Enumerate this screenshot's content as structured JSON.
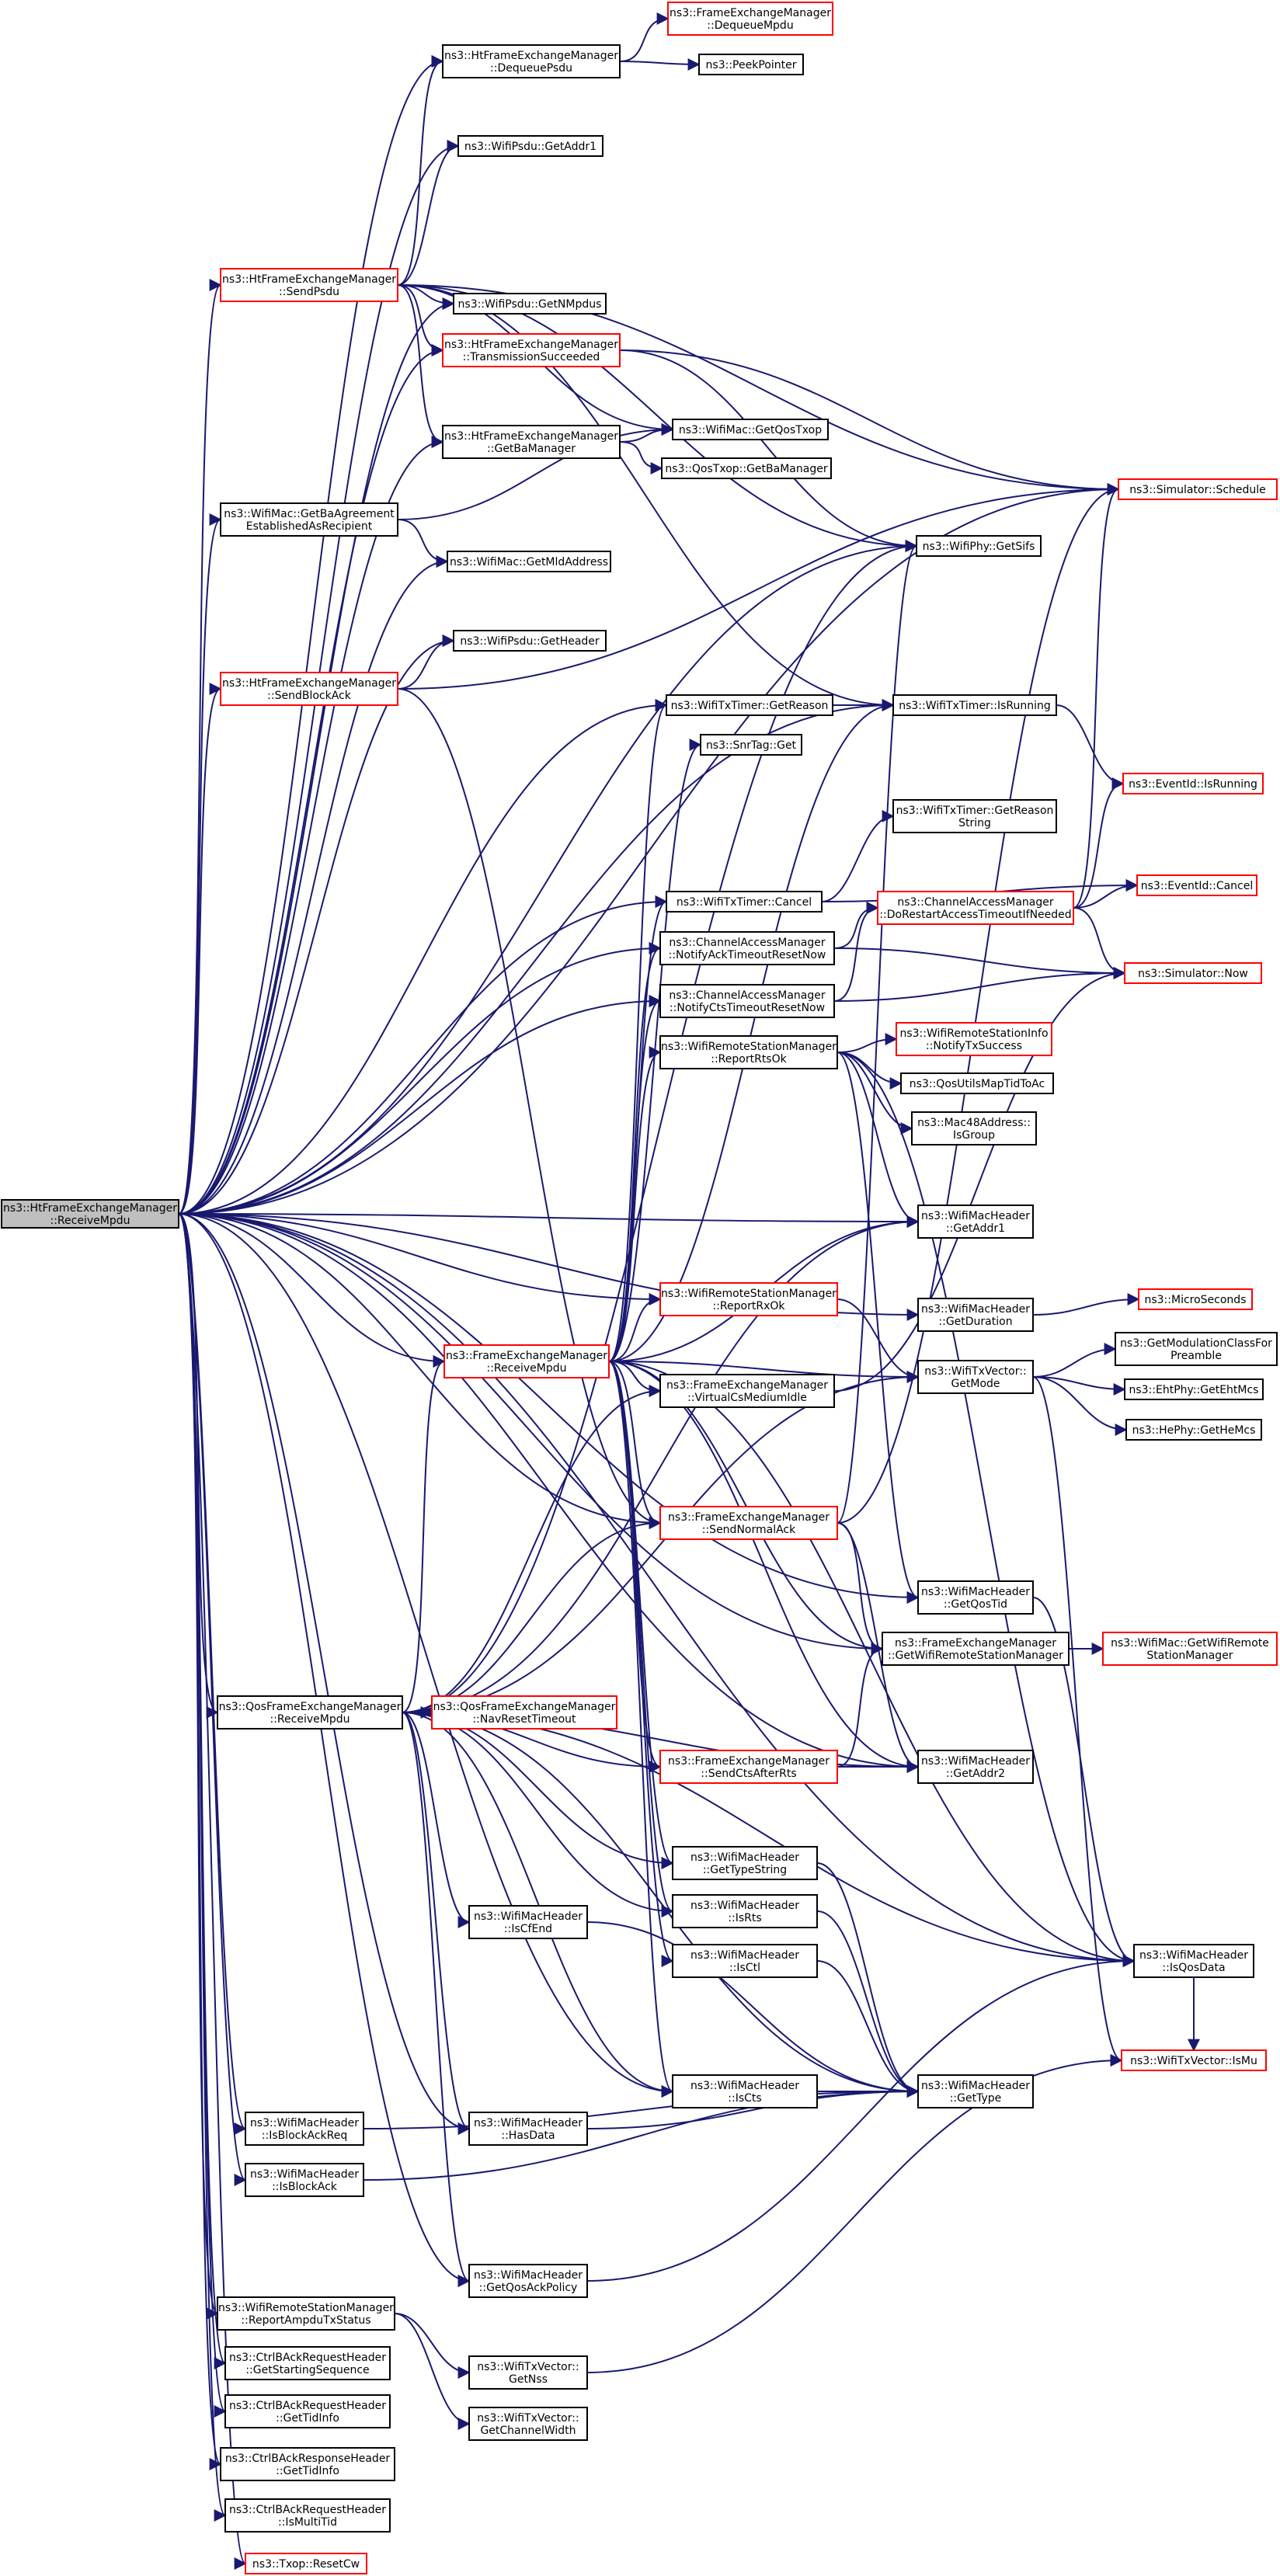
{
  "colors": {
    "edge": "#191970",
    "red_border": "#ff0000",
    "black_border": "#000000",
    "root_fill": "#bfbfbf",
    "background": "#ffffff"
  },
  "nodes": [
    {
      "id": "root",
      "lines": [
        "ns3::HtFrameExchangeManager",
        "::ReceiveMpdu"
      ],
      "style": "root"
    },
    {
      "id": "dequeue_psdu",
      "lines": [
        "ns3::HtFrameExchangeManager",
        "::DequeuePsdu"
      ],
      "style": "black"
    },
    {
      "id": "fem_dequeue_mpdu",
      "lines": [
        "ns3::FrameExchangeManager",
        "::DequeueMpdu"
      ],
      "style": "red"
    },
    {
      "id": "peek_pointer",
      "lines": [
        "ns3::PeekPointer"
      ],
      "style": "black"
    },
    {
      "id": "psdu_getaddr1",
      "lines": [
        "ns3::WifiPsdu::GetAddr1"
      ],
      "style": "black"
    },
    {
      "id": "send_psdu",
      "lines": [
        "ns3::HtFrameExchangeManager",
        "::SendPsdu"
      ],
      "style": "red"
    },
    {
      "id": "psdu_getnmpdus",
      "lines": [
        "ns3::WifiPsdu::GetNMpdus"
      ],
      "style": "black"
    },
    {
      "id": "transmission_succeeded",
      "lines": [
        "ns3::HtFrameExchangeManager",
        "::TransmissionSucceeded"
      ],
      "style": "red"
    },
    {
      "id": "get_ba_manager",
      "lines": [
        "ns3::HtFrameExchangeManager",
        "::GetBaManager"
      ],
      "style": "black"
    },
    {
      "id": "mac_get_qos_txop",
      "lines": [
        "ns3::WifiMac::GetQosTxop"
      ],
      "style": "black"
    },
    {
      "id": "qos_txop_get_ba_manager",
      "lines": [
        "ns3::QosTxop::GetBaManager"
      ],
      "style": "black"
    },
    {
      "id": "simulator_schedule",
      "lines": [
        "ns3::Simulator::Schedule"
      ],
      "style": "red"
    },
    {
      "id": "get_ba_agreement",
      "lines": [
        "ns3::WifiMac::GetBaAgreement",
        "EstablishedAsRecipient"
      ],
      "style": "black"
    },
    {
      "id": "get_mld_address",
      "lines": [
        "ns3::WifiMac::GetMldAddress"
      ],
      "style": "black"
    },
    {
      "id": "phy_get_sifs",
      "lines": [
        "ns3::WifiPhy::GetSifs"
      ],
      "style": "black"
    },
    {
      "id": "psdu_get_header",
      "lines": [
        "ns3::WifiPsdu::GetHeader"
      ],
      "style": "black"
    },
    {
      "id": "send_block_ack",
      "lines": [
        "ns3::HtFrameExchangeManager",
        "::SendBlockAck"
      ],
      "style": "red"
    },
    {
      "id": "txtimer_get_reason",
      "lines": [
        "ns3::WifiTxTimer::GetReason"
      ],
      "style": "black"
    },
    {
      "id": "txtimer_is_running",
      "lines": [
        "ns3::WifiTxTimer::IsRunning"
      ],
      "style": "black"
    },
    {
      "id": "snrtag_get",
      "lines": [
        "ns3::SnrTag::Get"
      ],
      "style": "black"
    },
    {
      "id": "eventid_is_running",
      "lines": [
        "ns3::EventId::IsRunning"
      ],
      "style": "red"
    },
    {
      "id": "txtimer_get_reason_string",
      "lines": [
        "ns3::WifiTxTimer::GetReason",
        "String"
      ],
      "style": "black"
    },
    {
      "id": "txtimer_cancel",
      "lines": [
        "ns3::WifiTxTimer::Cancel"
      ],
      "style": "black"
    },
    {
      "id": "cam_do_restart",
      "lines": [
        "ns3::ChannelAccessManager",
        "::DoRestartAccessTimeoutIfNeeded"
      ],
      "style": "red"
    },
    {
      "id": "eventid_cancel",
      "lines": [
        "ns3::EventId::Cancel"
      ],
      "style": "red"
    },
    {
      "id": "cam_notify_ack",
      "lines": [
        "ns3::ChannelAccessManager",
        "::NotifyAckTimeoutResetNow"
      ],
      "style": "black"
    },
    {
      "id": "simulator_now",
      "lines": [
        "ns3::Simulator::Now"
      ],
      "style": "red"
    },
    {
      "id": "cam_notify_cts",
      "lines": [
        "ns3::ChannelAccessManager",
        "::NotifyCtsTimeoutResetNow"
      ],
      "style": "black"
    },
    {
      "id": "rsm_report_rts_ok",
      "lines": [
        "ns3::WifiRemoteStationManager",
        "::ReportRtsOk"
      ],
      "style": "black"
    },
    {
      "id": "rsi_notify_tx_success",
      "lines": [
        "ns3::WifiRemoteStationInfo",
        "::NotifyTxSuccess"
      ],
      "style": "red"
    },
    {
      "id": "qos_utils_map_tid",
      "lines": [
        "ns3::QosUtilsMapTidToAc"
      ],
      "style": "black"
    },
    {
      "id": "mac48_is_group",
      "lines": [
        "ns3::Mac48Address::",
        "IsGroup"
      ],
      "style": "black"
    },
    {
      "id": "hdr_get_addr1",
      "lines": [
        "ns3::WifiMacHeader",
        "::GetAddr1"
      ],
      "style": "black"
    },
    {
      "id": "rsm_report_rx_ok",
      "lines": [
        "ns3::WifiRemoteStationManager",
        "::ReportRxOk"
      ],
      "style": "red"
    },
    {
      "id": "hdr_get_duration",
      "lines": [
        "ns3::WifiMacHeader",
        "::GetDuration"
      ],
      "style": "black"
    },
    {
      "id": "micro_seconds",
      "lines": [
        "ns3::MicroSeconds"
      ],
      "style": "red"
    },
    {
      "id": "fem_receive_mpdu",
      "lines": [
        "ns3::FrameExchangeManager",
        "::ReceiveMpdu"
      ],
      "style": "red"
    },
    {
      "id": "txvector_get_mode",
      "lines": [
        "ns3::WifiTxVector::",
        "GetMode"
      ],
      "style": "black"
    },
    {
      "id": "get_modulation_class",
      "lines": [
        "ns3::GetModulationClassFor",
        "Preamble"
      ],
      "style": "black"
    },
    {
      "id": "fem_virtual_cs",
      "lines": [
        "ns3::FrameExchangeManager",
        "::VirtualCsMediumIdle"
      ],
      "style": "black"
    },
    {
      "id": "ehtphy_get_eht_mcs",
      "lines": [
        "ns3::EhtPhy::GetEhtMcs"
      ],
      "style": "black"
    },
    {
      "id": "hephy_get_he_mcs",
      "lines": [
        "ns3::HePhy::GetHeMcs"
      ],
      "style": "black"
    },
    {
      "id": "fem_send_normal_ack",
      "lines": [
        "ns3::FrameExchangeManager",
        "::SendNormalAck"
      ],
      "style": "red"
    },
    {
      "id": "hdr_get_qos_tid",
      "lines": [
        "ns3::WifiMacHeader",
        "::GetQosTid"
      ],
      "style": "black"
    },
    {
      "id": "fem_get_wrsm",
      "lines": [
        "ns3::FrameExchangeManager",
        "::GetWifiRemoteStationManager"
      ],
      "style": "black"
    },
    {
      "id": "mac_get_wrsm",
      "lines": [
        "ns3::WifiMac::GetWifiRemote",
        "StationManager"
      ],
      "style": "red"
    },
    {
      "id": "qos_fem_receive_mpdu",
      "lines": [
        "ns3::QosFrameExchangeManager",
        "::ReceiveMpdu"
      ],
      "style": "black"
    },
    {
      "id": "qos_fem_nav_reset",
      "lines": [
        "ns3::QosFrameExchangeManager",
        "::NavResetTimeout"
      ],
      "style": "red"
    },
    {
      "id": "fem_send_cts_after_rts",
      "lines": [
        "ns3::FrameExchangeManager",
        "::SendCtsAfterRts"
      ],
      "style": "red"
    },
    {
      "id": "hdr_get_addr2",
      "lines": [
        "ns3::WifiMacHeader",
        "::GetAddr2"
      ],
      "style": "black"
    },
    {
      "id": "hdr_get_type_string",
      "lines": [
        "ns3::WifiMacHeader",
        "::GetTypeString"
      ],
      "style": "black"
    },
    {
      "id": "hdr_is_cf_end",
      "lines": [
        "ns3::WifiMacHeader",
        "::IsCfEnd"
      ],
      "style": "black"
    },
    {
      "id": "hdr_is_rts",
      "lines": [
        "ns3::WifiMacHeader",
        "::IsRts"
      ],
      "style": "black"
    },
    {
      "id": "hdr_is_qos_data",
      "lines": [
        "ns3::WifiMacHeader",
        "::IsQosData"
      ],
      "style": "black"
    },
    {
      "id": "hdr_is_ctl",
      "lines": [
        "ns3::WifiMacHeader",
        "::IsCtl"
      ],
      "style": "black"
    },
    {
      "id": "txvector_is_mu",
      "lines": [
        "ns3::WifiTxVector::IsMu"
      ],
      "style": "red"
    },
    {
      "id": "hdr_is_cts",
      "lines": [
        "ns3::WifiMacHeader",
        "::IsCts"
      ],
      "style": "black"
    },
    {
      "id": "hdr_get_type",
      "lines": [
        "ns3::WifiMacHeader",
        "::GetType"
      ],
      "style": "black"
    },
    {
      "id": "hdr_is_block_ack_req",
      "lines": [
        "ns3::WifiMacHeader",
        "::IsBlockAckReq"
      ],
      "style": "black"
    },
    {
      "id": "hdr_has_data",
      "lines": [
        "ns3::WifiMacHeader",
        "::HasData"
      ],
      "style": "black"
    },
    {
      "id": "hdr_is_block_ack",
      "lines": [
        "ns3::WifiMacHeader",
        "::IsBlockAck"
      ],
      "style": "black"
    },
    {
      "id": "hdr_get_qos_ack_policy",
      "lines": [
        "ns3::WifiMacHeader",
        "::GetQosAckPolicy"
      ],
      "style": "black"
    },
    {
      "id": "rsm_report_ampdu",
      "lines": [
        "ns3::WifiRemoteStationManager",
        "::ReportAmpduTxStatus"
      ],
      "style": "black"
    },
    {
      "id": "txvector_get_nss",
      "lines": [
        "ns3::WifiTxVector::",
        "GetNss"
      ],
      "style": "black"
    },
    {
      "id": "ctrl_bar_get_starting_seq",
      "lines": [
        "ns3::CtrlBAckRequestHeader",
        "::GetStartingSequence"
      ],
      "style": "black"
    },
    {
      "id": "txvector_get_channel_width",
      "lines": [
        "ns3::WifiTxVector::",
        "GetChannelWidth"
      ],
      "style": "black"
    },
    {
      "id": "ctrl_bar_get_tid_info",
      "lines": [
        "ns3::CtrlBAckRequestHeader",
        "::GetTidInfo"
      ],
      "style": "black"
    },
    {
      "id": "ctrl_ba_resp_get_tid_info",
      "lines": [
        "ns3::CtrlBAckResponseHeader",
        "::GetTidInfo"
      ],
      "style": "black"
    },
    {
      "id": "ctrl_bar_is_multi_tid",
      "lines": [
        "ns3::CtrlBAckRequestHeader",
        "::IsMultiTid"
      ],
      "style": "black"
    },
    {
      "id": "txop_reset_cw",
      "lines": [
        "ns3::Txop::ResetCw"
      ],
      "style": "red"
    }
  ],
  "edges": [
    [
      "root",
      "dequeue_psdu"
    ],
    [
      "root",
      "psdu_getaddr1"
    ],
    [
      "root",
      "send_psdu"
    ],
    [
      "root",
      "psdu_getnmpdus"
    ],
    [
      "root",
      "transmission_succeeded"
    ],
    [
      "root",
      "get_ba_manager"
    ],
    [
      "root",
      "simulator_schedule"
    ],
    [
      "root",
      "get_ba_agreement"
    ],
    [
      "root",
      "get_mld_address"
    ],
    [
      "root",
      "phy_get_sifs"
    ],
    [
      "root",
      "psdu_get_header"
    ],
    [
      "root",
      "send_block_ack"
    ],
    [
      "root",
      "txtimer_get_reason"
    ],
    [
      "root",
      "txtimer_is_running"
    ],
    [
      "root",
      "txtimer_cancel"
    ],
    [
      "root",
      "cam_notify_ack"
    ],
    [
      "root",
      "cam_notify_cts"
    ],
    [
      "root",
      "hdr_get_addr1"
    ],
    [
      "root",
      "rsm_report_rx_ok"
    ],
    [
      "root",
      "hdr_get_duration"
    ],
    [
      "root",
      "fem_receive_mpdu"
    ],
    [
      "root",
      "fem_send_normal_ack"
    ],
    [
      "root",
      "hdr_get_qos_tid"
    ],
    [
      "root",
      "fem_get_wrsm"
    ],
    [
      "root",
      "qos_fem_receive_mpdu"
    ],
    [
      "root",
      "hdr_get_addr2"
    ],
    [
      "root",
      "hdr_is_cts"
    ],
    [
      "root",
      "hdr_has_data"
    ],
    [
      "root",
      "hdr_is_block_ack_req"
    ],
    [
      "root",
      "hdr_is_block_ack"
    ],
    [
      "root",
      "hdr_get_qos_ack_policy"
    ],
    [
      "root",
      "rsm_report_ampdu"
    ],
    [
      "root",
      "ctrl_bar_get_starting_seq"
    ],
    [
      "root",
      "ctrl_bar_get_tid_info"
    ],
    [
      "root",
      "ctrl_ba_resp_get_tid_info"
    ],
    [
      "root",
      "ctrl_bar_is_multi_tid"
    ],
    [
      "root",
      "txop_reset_cw"
    ],
    [
      "root",
      "hdr_is_qos_data"
    ],
    [
      "dequeue_psdu",
      "fem_dequeue_mpdu"
    ],
    [
      "dequeue_psdu",
      "peek_pointer"
    ],
    [
      "send_psdu",
      "dequeue_psdu"
    ],
    [
      "send_psdu",
      "psdu_getaddr1"
    ],
    [
      "send_psdu",
      "psdu_getnmpdus"
    ],
    [
      "send_psdu",
      "transmission_succeeded"
    ],
    [
      "send_psdu",
      "get_ba_manager"
    ],
    [
      "send_psdu",
      "mac_get_qos_txop"
    ],
    [
      "send_psdu",
      "simulator_schedule"
    ],
    [
      "send_psdu",
      "phy_get_sifs"
    ],
    [
      "send_psdu",
      "txtimer_is_running"
    ],
    [
      "transmission_succeeded",
      "simulator_schedule"
    ],
    [
      "transmission_succeeded",
      "phy_get_sifs"
    ],
    [
      "get_ba_manager",
      "mac_get_qos_txop"
    ],
    [
      "get_ba_manager",
      "qos_txop_get_ba_manager"
    ],
    [
      "get_ba_agreement",
      "mac_get_qos_txop"
    ],
    [
      "get_ba_agreement",
      "get_mld_address"
    ],
    [
      "send_block_ack",
      "psdu_get_header"
    ],
    [
      "send_block_ack",
      "simulator_schedule"
    ],
    [
      "send_block_ack",
      "fem_send_normal_ack"
    ],
    [
      "txtimer_get_reason",
      "txtimer_is_running"
    ],
    [
      "txtimer_is_running",
      "eventid_is_running"
    ],
    [
      "txtimer_cancel",
      "txtimer_get_reason_string"
    ],
    [
      "txtimer_cancel",
      "eventid_cancel"
    ],
    [
      "cam_notify_ack",
      "cam_do_restart"
    ],
    [
      "cam_notify_ack",
      "simulator_now"
    ],
    [
      "cam_notify_cts",
      "cam_do_restart"
    ],
    [
      "cam_notify_cts",
      "simulator_now"
    ],
    [
      "cam_do_restart",
      "simulator_schedule"
    ],
    [
      "cam_do_restart",
      "eventid_is_running"
    ],
    [
      "cam_do_restart",
      "eventid_cancel"
    ],
    [
      "cam_do_restart",
      "simulator_now"
    ],
    [
      "rsm_report_rts_ok",
      "rsi_notify_tx_success"
    ],
    [
      "rsm_report_rts_ok",
      "qos_utils_map_tid"
    ],
    [
      "rsm_report_rts_ok",
      "mac48_is_group"
    ],
    [
      "rsm_report_rts_ok",
      "hdr_get_addr1"
    ],
    [
      "rsm_report_rts_ok",
      "hdr_is_qos_data"
    ],
    [
      "rsm_report_rts_ok",
      "hdr_get_qos_tid"
    ],
    [
      "rsm_report_rx_ok",
      "txvector_get_mode"
    ],
    [
      "hdr_get_duration",
      "micro_seconds"
    ],
    [
      "txvector_get_mode",
      "get_modulation_class"
    ],
    [
      "txvector_get_mode",
      "ehtphy_get_eht_mcs"
    ],
    [
      "txvector_get_mode",
      "hephy_get_he_mcs"
    ],
    [
      "txvector_get_mode",
      "txvector_is_mu"
    ],
    [
      "fem_receive_mpdu",
      "snrtag_get"
    ],
    [
      "fem_receive_mpdu",
      "txtimer_get_reason"
    ],
    [
      "fem_receive_mpdu",
      "txtimer_is_running"
    ],
    [
      "fem_receive_mpdu",
      "txtimer_cancel"
    ],
    [
      "fem_receive_mpdu",
      "cam_notify_ack"
    ],
    [
      "fem_receive_mpdu",
      "cam_notify_cts"
    ],
    [
      "fem_receive_mpdu",
      "rsm_report_rts_ok"
    ],
    [
      "fem_receive_mpdu",
      "rsm_report_rx_ok"
    ],
    [
      "fem_receive_mpdu",
      "fem_virtual_cs"
    ],
    [
      "fem_receive_mpdu",
      "fem_send_normal_ack"
    ],
    [
      "fem_receive_mpdu",
      "fem_get_wrsm"
    ],
    [
      "fem_receive_mpdu",
      "fem_send_cts_after_rts"
    ],
    [
      "fem_receive_mpdu",
      "hdr_get_addr2"
    ],
    [
      "fem_receive_mpdu",
      "hdr_get_type_string"
    ],
    [
      "fem_receive_mpdu",
      "hdr_is_rts"
    ],
    [
      "fem_receive_mpdu",
      "hdr_is_ctl"
    ],
    [
      "fem_receive_mpdu",
      "hdr_is_cts"
    ],
    [
      "fem_receive_mpdu",
      "hdr_get_addr1"
    ],
    [
      "fem_receive_mpdu",
      "txvector_get_mode"
    ],
    [
      "fem_receive_mpdu",
      "hdr_is_qos_data"
    ],
    [
      "fem_virtual_cs",
      "simulator_now"
    ],
    [
      "fem_send_normal_ack",
      "phy_get_sifs"
    ],
    [
      "fem_send_normal_ack",
      "simulator_schedule"
    ],
    [
      "fem_send_normal_ack",
      "fem_get_wrsm"
    ],
    [
      "fem_send_normal_ack",
      "hdr_get_addr2"
    ],
    [
      "hdr_get_qos_tid",
      "hdr_is_qos_data"
    ],
    [
      "fem_get_wrsm",
      "mac_get_wrsm"
    ],
    [
      "qos_fem_receive_mpdu",
      "fem_receive_mpdu"
    ],
    [
      "qos_fem_receive_mpdu",
      "qos_fem_nav_reset"
    ],
    [
      "qos_fem_receive_mpdu",
      "fem_send_cts_after_rts"
    ],
    [
      "qos_fem_receive_mpdu",
      "hdr_get_addr2"
    ],
    [
      "qos_fem_receive_mpdu",
      "hdr_get_type_string"
    ],
    [
      "qos_fem_receive_mpdu",
      "hdr_is_cf_end"
    ],
    [
      "qos_fem_receive_mpdu",
      "hdr_is_rts"
    ],
    [
      "qos_fem_receive_mpdu",
      "hdr_is_cts"
    ],
    [
      "qos_fem_receive_mpdu",
      "hdr_has_data"
    ],
    [
      "qos_fem_receive_mpdu",
      "hdr_get_qos_ack_policy"
    ],
    [
      "qos_fem_receive_mpdu",
      "hdr_get_addr1"
    ],
    [
      "qos_fem_receive_mpdu",
      "fem_send_normal_ack"
    ],
    [
      "qos_fem_receive_mpdu",
      "txvector_get_mode"
    ],
    [
      "qos_fem_receive_mpdu",
      "fem_virtual_cs"
    ],
    [
      "qos_fem_receive_mpdu",
      "phy_get_sifs"
    ],
    [
      "qos_fem_receive_mpdu",
      "hdr_is_qos_data"
    ],
    [
      "qos_fem_receive_mpdu",
      "hdr_get_type"
    ],
    [
      "fem_send_cts_after_rts",
      "fem_get_wrsm"
    ],
    [
      "fem_send_cts_after_rts",
      "hdr_get_addr2"
    ],
    [
      "hdr_get_type_string",
      "hdr_get_type"
    ],
    [
      "hdr_is_cf_end",
      "hdr_get_type"
    ],
    [
      "hdr_is_rts",
      "hdr_get_type"
    ],
    [
      "hdr_is_ctl",
      "hdr_get_type"
    ],
    [
      "hdr_is_cts",
      "hdr_get_type"
    ],
    [
      "hdr_has_data",
      "hdr_get_type"
    ],
    [
      "hdr_is_block_ack_req",
      "hdr_get_type"
    ],
    [
      "hdr_is_block_ack",
      "hdr_get_type"
    ],
    [
      "hdr_is_qos_data",
      "txvector_is_mu"
    ],
    [
      "hdr_get_qos_ack_policy",
      "hdr_is_qos_data"
    ],
    [
      "rsm_report_ampdu",
      "txvector_get_nss"
    ],
    [
      "rsm_report_ampdu",
      "txvector_get_channel_width"
    ],
    [
      "txvector_get_nss",
      "txvector_is_mu"
    ]
  ]
}
